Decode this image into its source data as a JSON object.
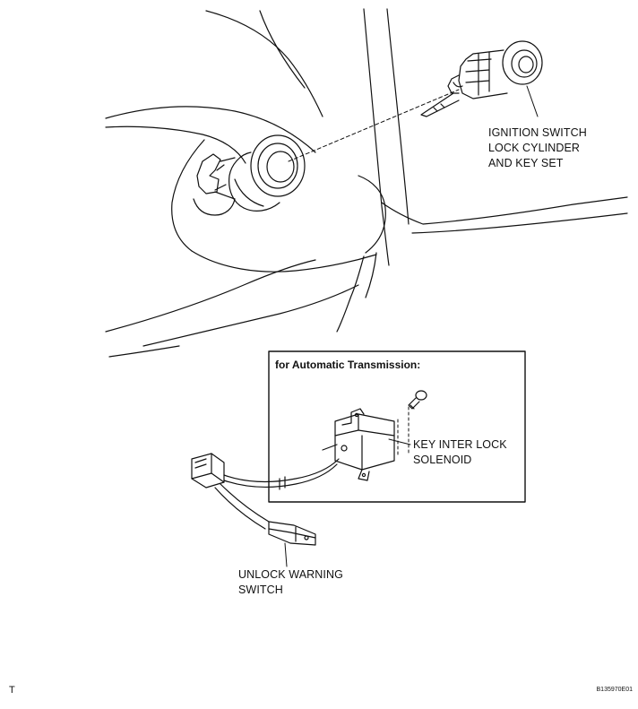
{
  "figure": {
    "labels": {
      "ignition_switch": [
        "IGNITION SWITCH",
        "LOCK CYLINDER",
        "AND KEY SET"
      ],
      "key_interlock_solenoid": [
        "KEY INTER LOCK",
        "SOLENOID"
      ],
      "unlock_warning_switch": [
        "UNLOCK WARNING",
        "SWITCH"
      ]
    },
    "inset_box_title": "for Automatic Transmission:",
    "corner_mark": "T",
    "figure_code": "B135970E01"
  }
}
